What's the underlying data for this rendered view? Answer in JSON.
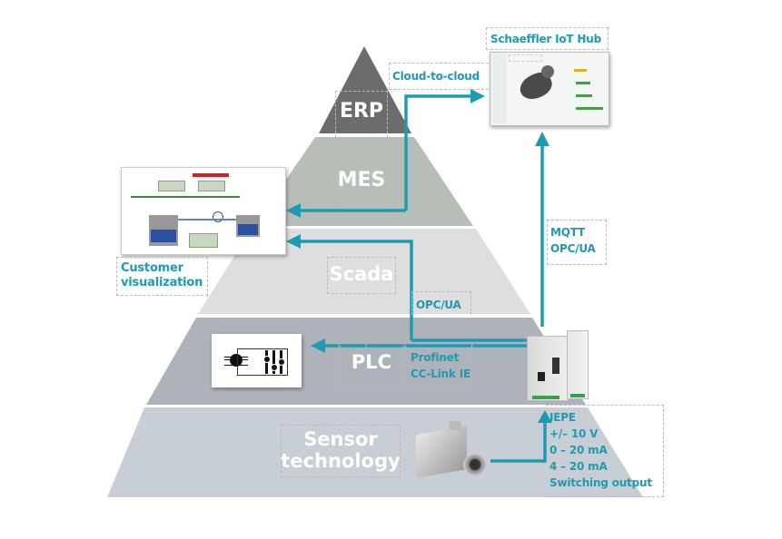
{
  "title": "Automation pyramid with Schaeffler IoT connectivity",
  "colors": {
    "accent": "#1e9bb0",
    "erp": "#6c6b6d",
    "mes": "#b7beb8",
    "scada": "#dededf",
    "plc": "#aeb2ba",
    "sensor": "#c8ced5"
  },
  "pyramid": {
    "layers": [
      {
        "id": "erp",
        "label": "ERP"
      },
      {
        "id": "mes",
        "label": "MES"
      },
      {
        "id": "scada",
        "label": "Scada"
      },
      {
        "id": "plc",
        "label": "PLC"
      },
      {
        "id": "sensor",
        "label_line1": "Sensor",
        "label_line2": "technology"
      }
    ]
  },
  "iot_hub": {
    "label": "Schaeffler IoT Hub",
    "image": "iot-hub-dashboard-screenshot"
  },
  "customer_vis": {
    "label_line1": "Customer",
    "label_line2": "visualization",
    "image": "process-diagram-screenshot"
  },
  "plc_icon": "plc-controller-icon",
  "protocols": {
    "cloud": "Cloud-to-cloud",
    "mqtt_line1": "MQTT",
    "mqtt_line2": "OPC/UA",
    "scada_link": "OPC/UA",
    "plc_line1": "Profinet",
    "plc_line2": "CC-Link IE"
  },
  "sensor_outputs": [
    "IEPE",
    "+/– 10 V",
    "0 – 20 mA",
    "4 – 20 mA",
    "Switching output"
  ],
  "devices": {
    "gateway": "condition-monitoring-gateway",
    "sensor": "vibration-sensor"
  }
}
